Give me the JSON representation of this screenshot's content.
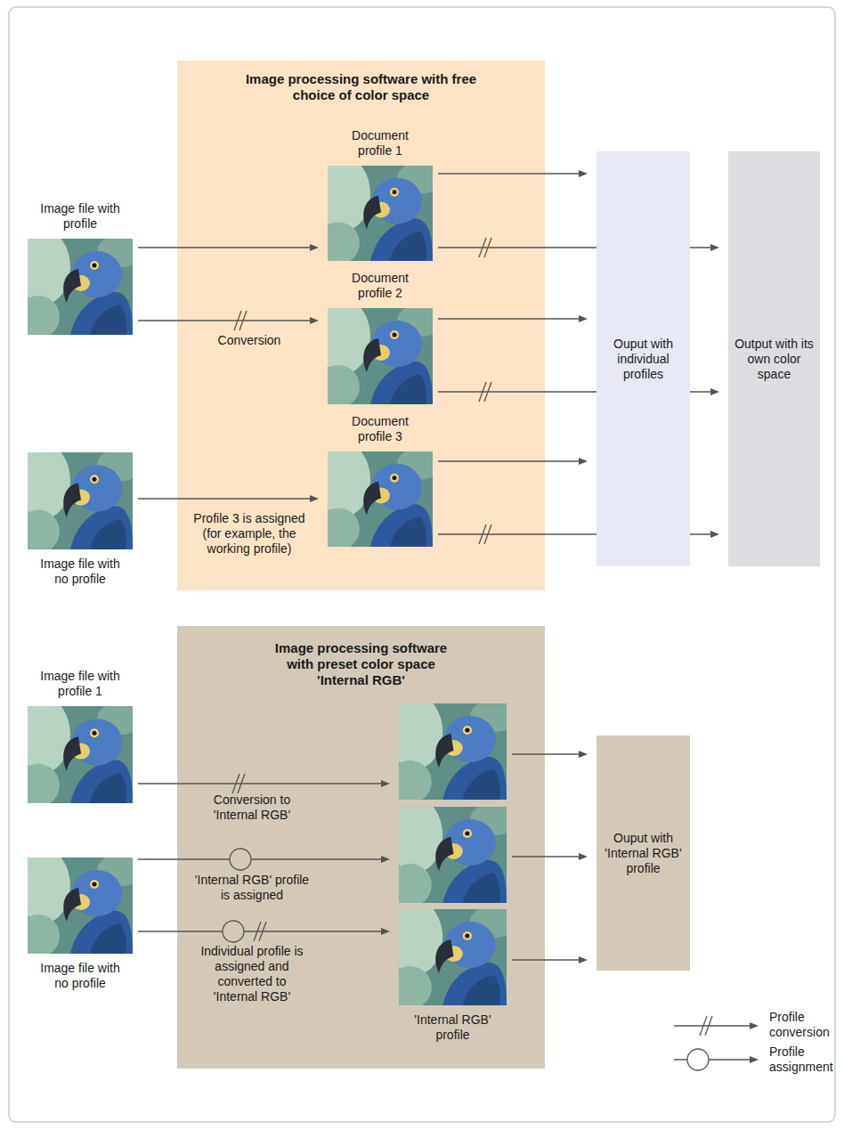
{
  "diagram": {
    "nodes": [
      {
        "text": [
          "Image processing software with free choice of color space"
        ]
      },
      {
        "text": [
          "Image file with profile"
        ]
      },
      {
        "text": [
          "Document profile 1"
        ],
        "in": 0
      },
      {
        "text": [
          "Document profile 2"
        ],
        "in": 0
      },
      {
        "text": [
          "Document profile 3"
        ],
        "in": 0
      },
      {
        "text": [
          "Image file with no profile"
        ]
      },
      {
        "text": [
          "Ouput with individual profiles"
        ]
      },
      {
        "text": [
          "Output with its own color space"
        ]
      },
      {
        "text": [
          "Image processing software with preset color space 'Internal RGB'"
        ]
      },
      {
        "text": [
          "Image file with profile 1"
        ]
      },
      {
        "text": [],
        "in": 8
      },
      {
        "text": [],
        "in": 8
      },
      {
        "text": [
          "'Internal RGB' profile"
        ],
        "in": 8
      },
      {
        "text": [
          "Image file with no profile"
        ]
      },
      {
        "text": [
          "Ouput with 'Internal RGB' profile"
        ]
      }
    ],
    "edges": [
      {
        "from": 1,
        "to": 2,
        "arrow": "to"
      },
      {
        "from": 1,
        "to": 3,
        "label": "Conversion",
        "arrow": "to"
      },
      {
        "from": 5,
        "to": 4,
        "label": "Profile 3 is assigned (for example, the working profile)",
        "arrow": "to"
      },
      {
        "from": 2,
        "to": 6,
        "arrow": "to"
      },
      {
        "from": 2,
        "to": 7,
        "arrow": "to"
      },
      {
        "from": 3,
        "to": 6,
        "arrow": "to"
      },
      {
        "from": 3,
        "to": 7,
        "arrow": "to"
      },
      {
        "from": 4,
        "to": 6,
        "arrow": "to"
      },
      {
        "from": 4,
        "to": 7,
        "arrow": "to"
      },
      {
        "from": 9,
        "to": 10,
        "label": "Conversion to 'Internal RGB'",
        "arrow": "to"
      },
      {
        "from": 13,
        "to": 11,
        "label": "'Internal RGB' profile is assigned",
        "arrow": "to"
      },
      {
        "from": 13,
        "to": 12,
        "label": "Individual profile is assigned and converted to 'Internal RGB'",
        "arrow": "to"
      },
      {
        "from": 10,
        "to": 14,
        "arrow": "to"
      },
      {
        "from": 11,
        "to": 14,
        "arrow": "to"
      },
      {
        "from": 12,
        "to": 14,
        "arrow": "to"
      }
    ],
    "legend": [
      {
        "text": "Profile conversion"
      },
      {
        "text": "Profile assignment"
      }
    ]
  }
}
